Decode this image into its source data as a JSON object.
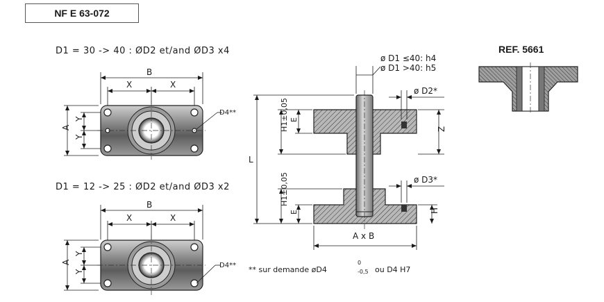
{
  "standard": "NF E 63-072",
  "ref": "REF. 5661",
  "captions": {
    "top": "D1 = 30 -> 40 : ØD2 et/and ØD3   x4",
    "bottom": "D1 = 12 -> 25 : ØD2 et/and ØD3   x2"
  },
  "dims": {
    "B": "B",
    "X": "X",
    "A": "A",
    "Y": "Y",
    "D4": "D4**",
    "L": "L",
    "H1": "H1±0,05",
    "E": "E",
    "Z": "Z",
    "H": "H",
    "AxB": "A x B",
    "D2": "ø D2*",
    "D3": "ø D3*"
  },
  "tolerance": {
    "line1": "ø D1 ≤40: h4",
    "line2": "ø D1 >40: h5"
  },
  "footnote": "** sur demande øD4",
  "footnote_tol_top": "0",
  "footnote_tol_bottom": "-0,5",
  "footnote_tail": "ou D4 H7"
}
